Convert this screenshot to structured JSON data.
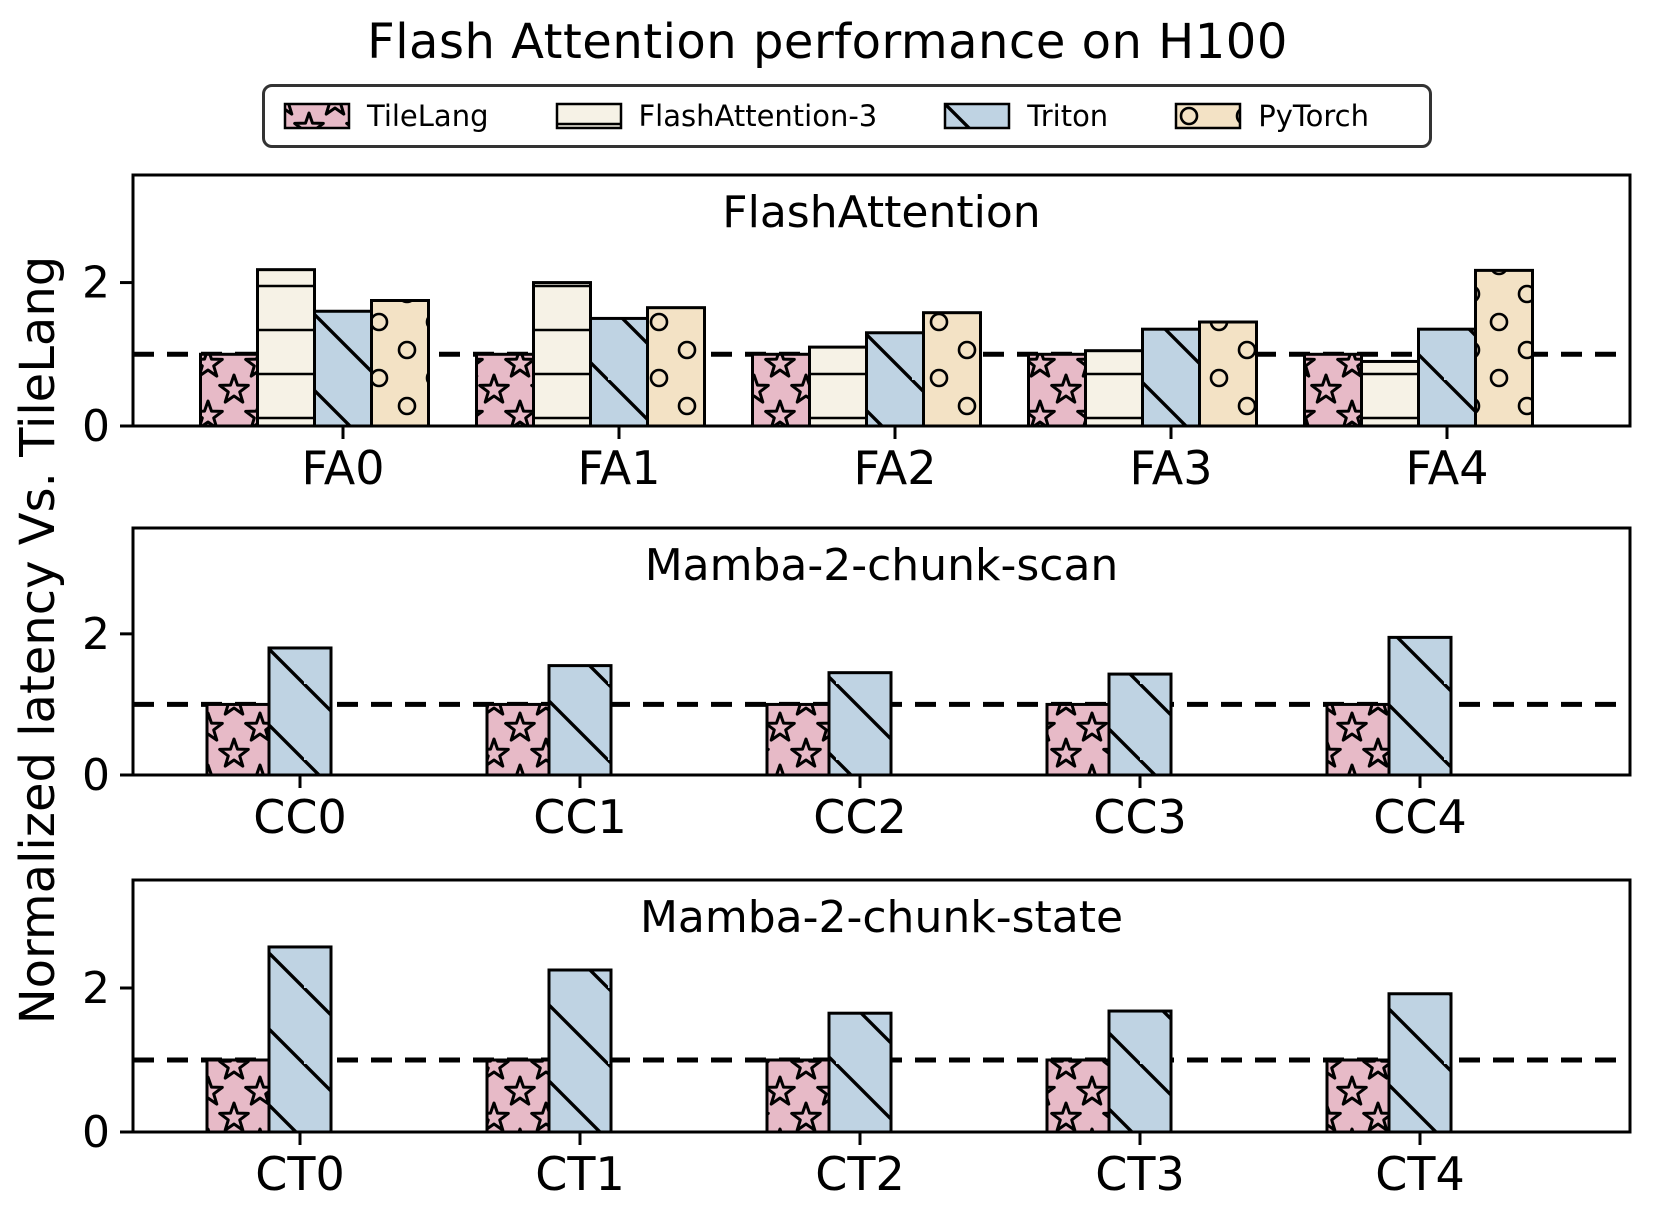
{
  "title": "Flash Attention performance on H100",
  "ylabel": "Normalized latency Vs. TileLang",
  "colors": {
    "tilelang": "#e7bac7",
    "flashattention3": "#f6f2e6",
    "triton": "#bfd3e3",
    "pytorch": "#f3e2c5",
    "bar_edge": "#000000",
    "ref_line": "#000000",
    "axis": "#000000",
    "legend_border": "#333333",
    "background": "#ffffff"
  },
  "legend": {
    "items": [
      {
        "label": "TileLang",
        "key": "tilelang",
        "hatch": "star"
      },
      {
        "label": "FlashAttention-3",
        "key": "flashattention3",
        "hatch": "hlines"
      },
      {
        "label": "Triton",
        "key": "triton",
        "hatch": "diagonal"
      },
      {
        "label": "PyTorch",
        "key": "pytorch",
        "hatch": "circles"
      }
    ]
  },
  "chart_data": [
    {
      "type": "bar",
      "title": "FlashAttention",
      "categories": [
        "FA0",
        "FA1",
        "FA2",
        "FA3",
        "FA4"
      ],
      "series": [
        {
          "name": "TileLang",
          "key": "tilelang",
          "hatch": "star",
          "values": [
            1.0,
            1.0,
            1.0,
            1.0,
            1.0
          ]
        },
        {
          "name": "FlashAttention-3",
          "key": "flashattention3",
          "hatch": "hlines",
          "values": [
            2.18,
            2.0,
            1.1,
            1.05,
            0.9
          ]
        },
        {
          "name": "Triton",
          "key": "triton",
          "hatch": "diagonal",
          "values": [
            1.6,
            1.5,
            1.3,
            1.35,
            1.35
          ]
        },
        {
          "name": "PyTorch",
          "key": "pytorch",
          "hatch": "circles",
          "values": [
            1.75,
            1.65,
            1.58,
            1.45,
            2.17
          ]
        }
      ],
      "ylim": [
        0,
        3.5
      ],
      "yticks": [
        0,
        2
      ],
      "ref_line": 1.0,
      "grid": false
    },
    {
      "type": "bar",
      "title": "Mamba-2-chunk-scan",
      "categories": [
        "CC0",
        "CC1",
        "CC2",
        "CC3",
        "CC4"
      ],
      "series": [
        {
          "name": "TileLang",
          "key": "tilelang",
          "hatch": "star",
          "values": [
            1.0,
            1.0,
            1.0,
            1.0,
            1.0
          ]
        },
        {
          "name": "Triton",
          "key": "triton",
          "hatch": "diagonal",
          "values": [
            1.8,
            1.55,
            1.45,
            1.43,
            1.95
          ]
        }
      ],
      "ylim": [
        0,
        3.5
      ],
      "yticks": [
        0,
        2
      ],
      "ref_line": 1.0,
      "grid": false
    },
    {
      "type": "bar",
      "title": "Mamba-2-chunk-state",
      "categories": [
        "CT0",
        "CT1",
        "CT2",
        "CT3",
        "CT4"
      ],
      "series": [
        {
          "name": "TileLang",
          "key": "tilelang",
          "hatch": "star",
          "values": [
            1.0,
            1.0,
            1.0,
            1.0,
            1.0
          ]
        },
        {
          "name": "Triton",
          "key": "triton",
          "hatch": "diagonal",
          "values": [
            2.57,
            2.25,
            1.65,
            1.68,
            1.92
          ]
        }
      ],
      "ylim": [
        0,
        3.5
      ],
      "yticks": [
        0,
        2
      ],
      "ref_line": 1.0,
      "grid": false
    }
  ]
}
